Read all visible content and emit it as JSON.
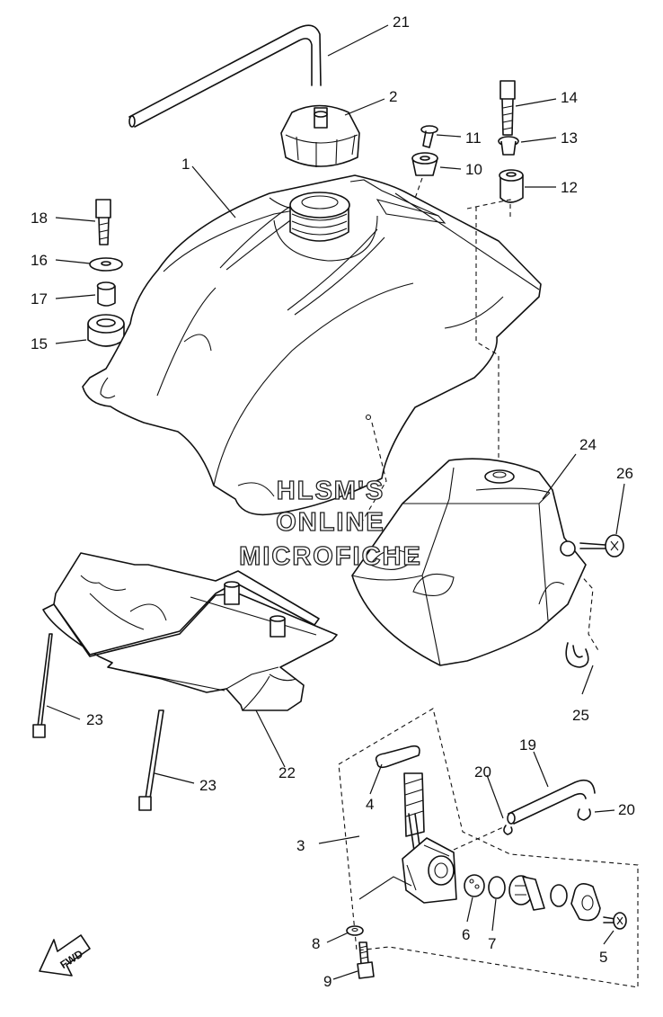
{
  "watermark": {
    "line1": "HLSM'S",
    "line2": "ONLINE",
    "line3": "MICROFICHE"
  },
  "direction_badge": {
    "label": "FWD",
    "icon": "fwd-arrow-icon"
  },
  "callouts": {
    "c1": "1",
    "c2": "2",
    "c3": "3",
    "c4": "4",
    "c5": "5",
    "c6": "6",
    "c7": "7",
    "c8": "8",
    "c9": "9",
    "c10": "10",
    "c11": "11",
    "c12": "12",
    "c13": "13",
    "c14": "14",
    "c15": "15",
    "c16": "16",
    "c17": "17",
    "c18": "18",
    "c19": "19",
    "c20a": "20",
    "c20b": "20",
    "c21": "21",
    "c22": "22",
    "c23a": "23",
    "c23b": "23",
    "c24": "24",
    "c25": "25",
    "c26": "26"
  },
  "colors": {
    "line": "#111111",
    "background": "#ffffff"
  }
}
